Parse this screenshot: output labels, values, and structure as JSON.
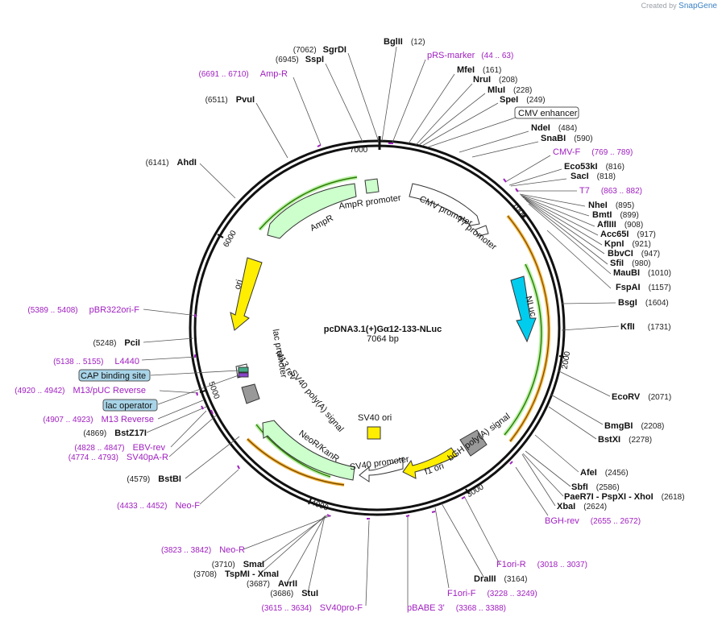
{
  "credit": {
    "prefix": "Created by",
    "brand": "SnapGene"
  },
  "plasmid": {
    "name": "pcDNA3.1(+)Gα12-133-NLuc",
    "length": "7064 bp"
  },
  "ticks": [
    "1000",
    "2000",
    "3000",
    "4000",
    "5000",
    "6000",
    "7000"
  ],
  "features": [
    {
      "label": "AmpR promoter",
      "color": "#ccffcc"
    },
    {
      "label": "AmpR",
      "color": "#ccffcc"
    },
    {
      "label": "CMV promoter",
      "color": "#ffffff"
    },
    {
      "label": "T7 promoter",
      "color": "#ffffff"
    },
    {
      "label": "NLuc",
      "color": "#00ccee"
    },
    {
      "label": "ori",
      "color": "#ffee00"
    },
    {
      "label": "lac promoter",
      "color": "#ffffff"
    },
    {
      "label": "M13 rev",
      "color": "#ffffff"
    },
    {
      "label": "SV40 poly(A) signal",
      "color": "#999999"
    },
    {
      "label": "NeoR/KanR",
      "color": "#ccffcc"
    },
    {
      "label": "SV40 ori",
      "color": "#ffee00"
    },
    {
      "label": "SV40 promoter",
      "color": "#ffffff"
    },
    {
      "label": "f1 ori",
      "color": "#ffee00"
    },
    {
      "label": "bGH poly(A) signal",
      "color": "#999999"
    }
  ],
  "right_labels": [
    {
      "name": "BglII",
      "pos": "(12)",
      "kind": "enzyme"
    },
    {
      "name": "pRS-marker",
      "pos": "(44 .. 63)",
      "kind": "primer"
    },
    {
      "name": "MfeI",
      "pos": "(161)",
      "kind": "enzyme"
    },
    {
      "name": "NruI",
      "pos": "(208)",
      "kind": "enzyme"
    },
    {
      "name": "MluI",
      "pos": "(228)",
      "kind": "enzyme"
    },
    {
      "name": "SpeI",
      "pos": "(249)",
      "kind": "enzyme"
    },
    {
      "name": "CMV enhancer",
      "pos": "",
      "kind": "boxed"
    },
    {
      "name": "NdeI",
      "pos": "(484)",
      "kind": "enzyme"
    },
    {
      "name": "SnaBI",
      "pos": "(590)",
      "kind": "enzyme"
    },
    {
      "name": "CMV-F",
      "pos": "(769 .. 789)",
      "kind": "primer"
    },
    {
      "name": "Eco53kI",
      "pos": "(816)",
      "kind": "enzyme"
    },
    {
      "name": "SacI",
      "pos": "(818)",
      "kind": "enzyme"
    },
    {
      "name": "T7",
      "pos": "(863 .. 882)",
      "kind": "primer"
    },
    {
      "name": "NheI",
      "pos": "(895)",
      "kind": "enzyme"
    },
    {
      "name": "BmtI",
      "pos": "(899)",
      "kind": "enzyme"
    },
    {
      "name": "AflIII",
      "pos": "(908)",
      "kind": "enzyme"
    },
    {
      "name": "Acc65I",
      "pos": "(917)",
      "kind": "enzyme"
    },
    {
      "name": "KpnI",
      "pos": "(921)",
      "kind": "enzyme"
    },
    {
      "name": "BbvCI",
      "pos": "(947)",
      "kind": "enzyme"
    },
    {
      "name": "SfiI",
      "pos": "(980)",
      "kind": "enzyme"
    },
    {
      "name": "MauBI",
      "pos": "(1010)",
      "kind": "enzyme"
    },
    {
      "name": "FspAI",
      "pos": "(1157)",
      "kind": "enzyme"
    },
    {
      "name": "BsgI",
      "pos": "(1604)",
      "kind": "enzyme"
    },
    {
      "name": "KflI",
      "pos": "(1731)",
      "kind": "enzyme"
    },
    {
      "name": "EcoRV",
      "pos": "(2071)",
      "kind": "enzyme"
    },
    {
      "name": "BmgBI",
      "pos": "(2208)",
      "kind": "enzyme"
    },
    {
      "name": "BstXI",
      "pos": "(2278)",
      "kind": "enzyme"
    },
    {
      "name": "AfeI",
      "pos": "(2456)",
      "kind": "enzyme"
    },
    {
      "name": "SbfI",
      "pos": "(2586)",
      "kind": "enzyme"
    },
    {
      "name": "PaeR7I - PspXI - XhoI",
      "pos": "(2618)",
      "kind": "enzyme"
    },
    {
      "name": "XbaI",
      "pos": "(2624)",
      "kind": "enzyme"
    },
    {
      "name": "BGH-rev",
      "pos": "(2655 .. 2672)",
      "kind": "primer"
    },
    {
      "name": "F1ori-R",
      "pos": "(3018 .. 3037)",
      "kind": "primer"
    },
    {
      "name": "DraIII",
      "pos": "(3164)",
      "kind": "enzyme"
    },
    {
      "name": "F1ori-F",
      "pos": "(3228 .. 3249)",
      "kind": "primer"
    }
  ],
  "left_labels": [
    {
      "name": "SgrDI",
      "pos": "(7062)",
      "kind": "enzyme"
    },
    {
      "name": "SspI",
      "pos": "(6945)",
      "kind": "enzyme"
    },
    {
      "name": "Amp-R",
      "pos": "(6691 .. 6710)",
      "kind": "primer"
    },
    {
      "name": "PvuI",
      "pos": "(6511)",
      "kind": "enzyme"
    },
    {
      "name": "AhdI",
      "pos": "(6141)",
      "kind": "enzyme"
    },
    {
      "name": "pBR322ori-F",
      "pos": "(5389 .. 5408)",
      "kind": "primer"
    },
    {
      "name": "PciI",
      "pos": "(5248)",
      "kind": "enzyme"
    },
    {
      "name": "L4440",
      "pos": "(5138 .. 5155)",
      "kind": "primer"
    },
    {
      "name": "CAP binding site",
      "pos": "",
      "kind": "boxed-blue"
    },
    {
      "name": "M13/pUC Reverse",
      "pos": "(4920 .. 4942)",
      "kind": "primer"
    },
    {
      "name": "lac operator",
      "pos": "",
      "kind": "boxed-blue"
    },
    {
      "name": "M13 Reverse",
      "pos": "(4907 .. 4923)",
      "kind": "primer"
    },
    {
      "name": "BstZ17I",
      "pos": "(4869)",
      "kind": "enzyme"
    },
    {
      "name": "EBV-rev",
      "pos": "(4828 .. 4847)",
      "kind": "primer"
    },
    {
      "name": "SV40pA-R",
      "pos": "(4774 .. 4793)",
      "kind": "primer"
    },
    {
      "name": "BstBI",
      "pos": "(4579)",
      "kind": "enzyme"
    },
    {
      "name": "Neo-F",
      "pos": "(4433 .. 4452)",
      "kind": "primer"
    },
    {
      "name": "Neo-R",
      "pos": "(3823 .. 3842)",
      "kind": "primer"
    },
    {
      "name": "SmaI",
      "pos": "(3710)",
      "kind": "enzyme"
    },
    {
      "name": "TspMI - XmaI",
      "pos": "(3708)",
      "kind": "enzyme"
    },
    {
      "name": "AvrII",
      "pos": "(3687)",
      "kind": "enzyme"
    },
    {
      "name": "StuI",
      "pos": "(3686)",
      "kind": "enzyme"
    },
    {
      "name": "SV40pro-F",
      "pos": "(3615 .. 3634)",
      "kind": "primer"
    },
    {
      "name": "pBABE 3'",
      "pos": "(3368 .. 3388)",
      "kind": "primer"
    }
  ]
}
